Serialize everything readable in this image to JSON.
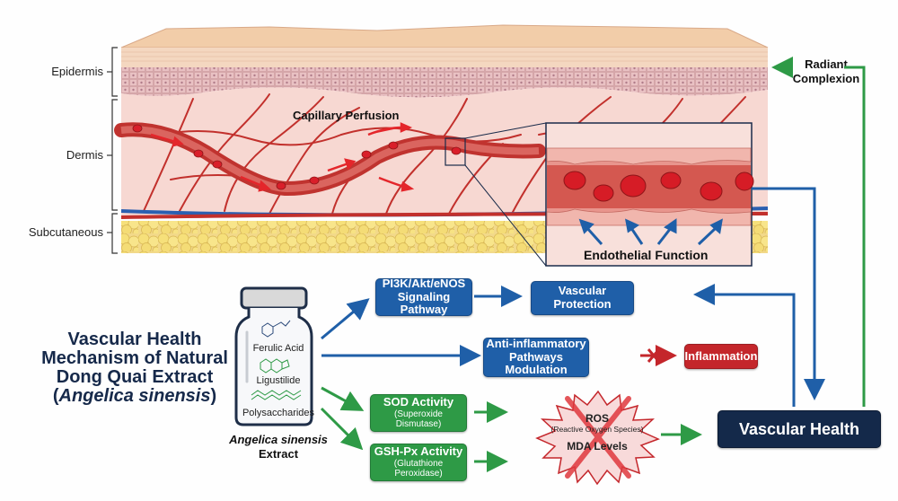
{
  "title": {
    "line1": "Vascular Health",
    "line2": "Mechanism of Natural",
    "line3": "Dong Quai Extract",
    "line4_open": "(",
    "line4_italic": "Angelica sinensis",
    "line4_close": ")"
  },
  "skin_layers": {
    "epidermis": "Epidermis",
    "dermis": "Dermis",
    "subcutaneous": "Subcutaneous"
  },
  "annotations": {
    "capillary_perfusion": "Capillary Perfusion",
    "endothelial_function": "Endothelial Function",
    "radiant_line1": "Radiant",
    "radiant_line2": "Complexion"
  },
  "extract": {
    "compounds": [
      "Ferulic Acid",
      "Ligustilide",
      "Polysaccharides"
    ],
    "label_italic": "Angelica sinensis",
    "label_plain": "Extract"
  },
  "pathways": {
    "pi3k": {
      "line1": "PI3K/Akt/eNOS",
      "line2": "Signaling Pathway"
    },
    "vascular_protection": "Vascular Protection",
    "anti_inflammatory": {
      "line1": "Anti-inflammatory",
      "line2": "Pathways Modulation"
    },
    "inflammation": "Inflammation",
    "sod": {
      "title": "SOD Activity",
      "sub": "(Superoxide Dismutase)"
    },
    "gsh": {
      "title": "GSH-Px Activity",
      "sub": "(Glutathione Peroxidase)"
    },
    "ros": {
      "title": "ROS",
      "sub": "(Reactive Oxygen Species)",
      "mda": "MDA Levels"
    },
    "vascular_health": "Vascular Health"
  },
  "colors": {
    "blue": "#1f5fa8",
    "green": "#2e9a46",
    "red": "#c4262b",
    "navy": "#14294a"
  }
}
